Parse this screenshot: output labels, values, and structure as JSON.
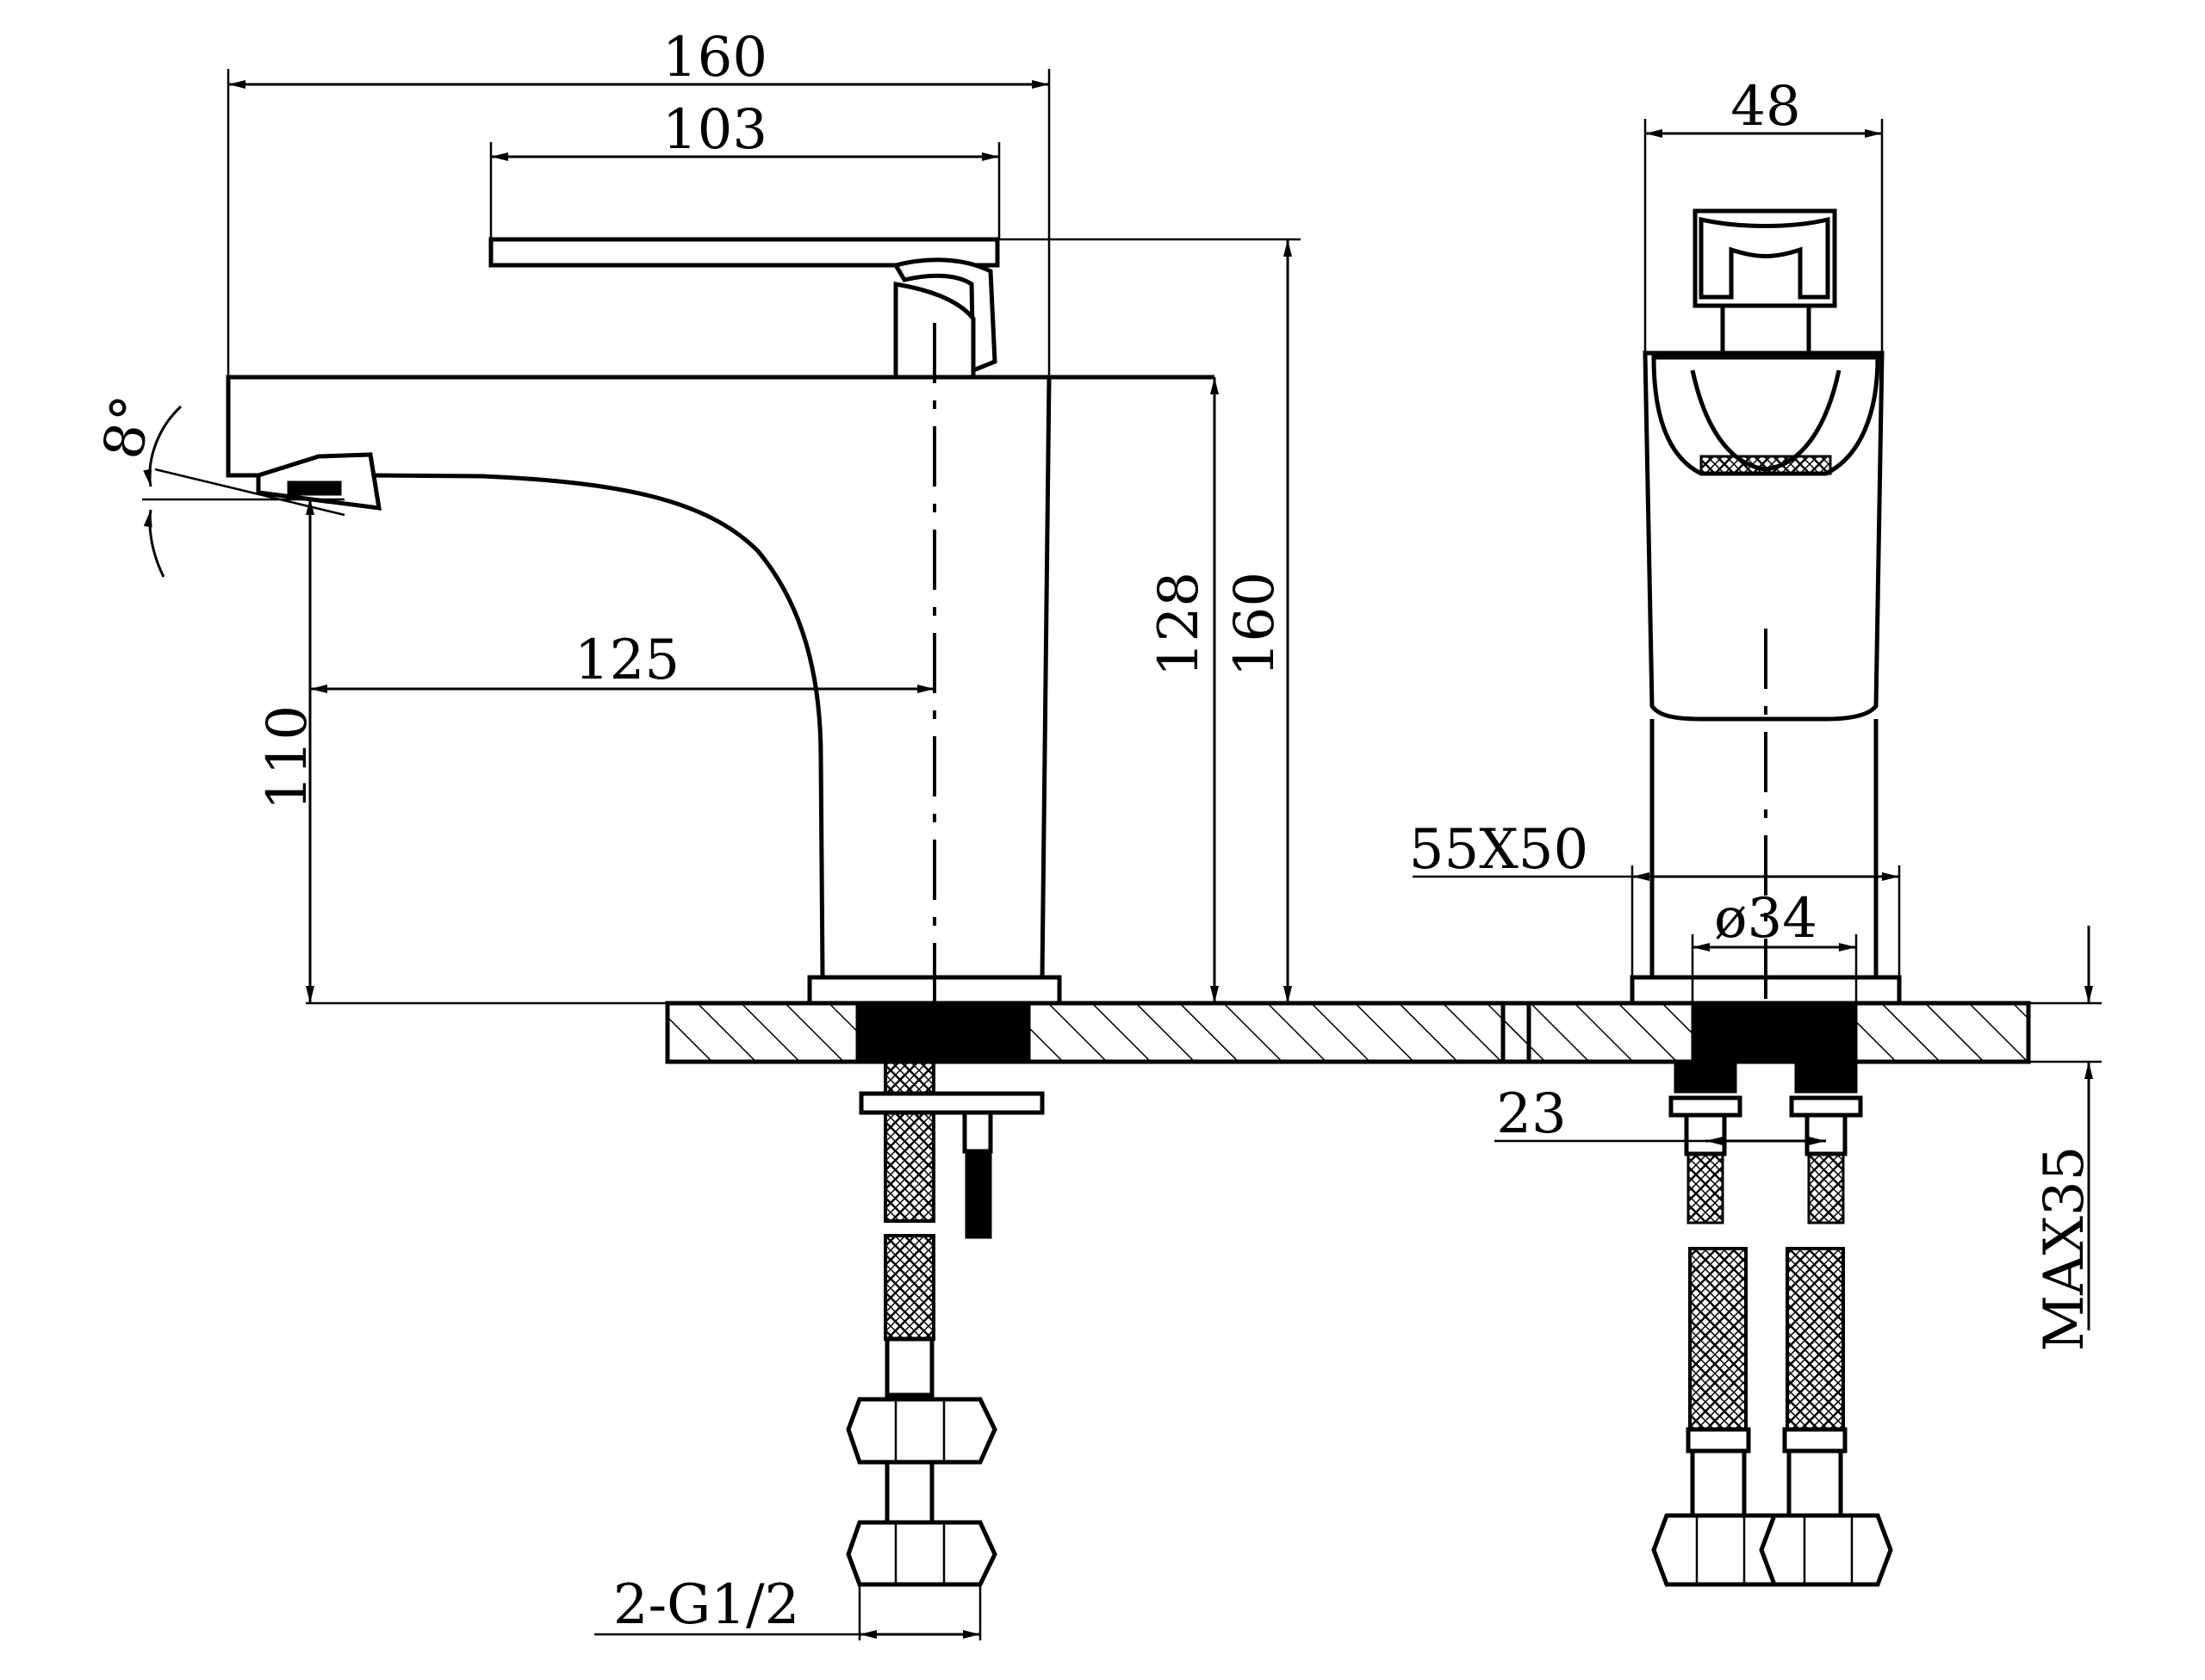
{
  "drawing": {
    "colors": {
      "line": "#000000",
      "background": "#ffffff"
    },
    "side_view": {
      "dim_overall_width": "160",
      "dim_handle_length": "103",
      "dim_spout_reach": "125",
      "dim_spout_height": "110",
      "dim_body_height": "128",
      "dim_overall_height": "160",
      "dim_angle": "8°",
      "dim_connection": "2-G1/2"
    },
    "front_view": {
      "dim_handle_width": "48",
      "dim_base": "55X50",
      "dim_shank": "ø34",
      "dim_hose_spacing": "23",
      "dim_max_deck": "MAX35"
    }
  }
}
